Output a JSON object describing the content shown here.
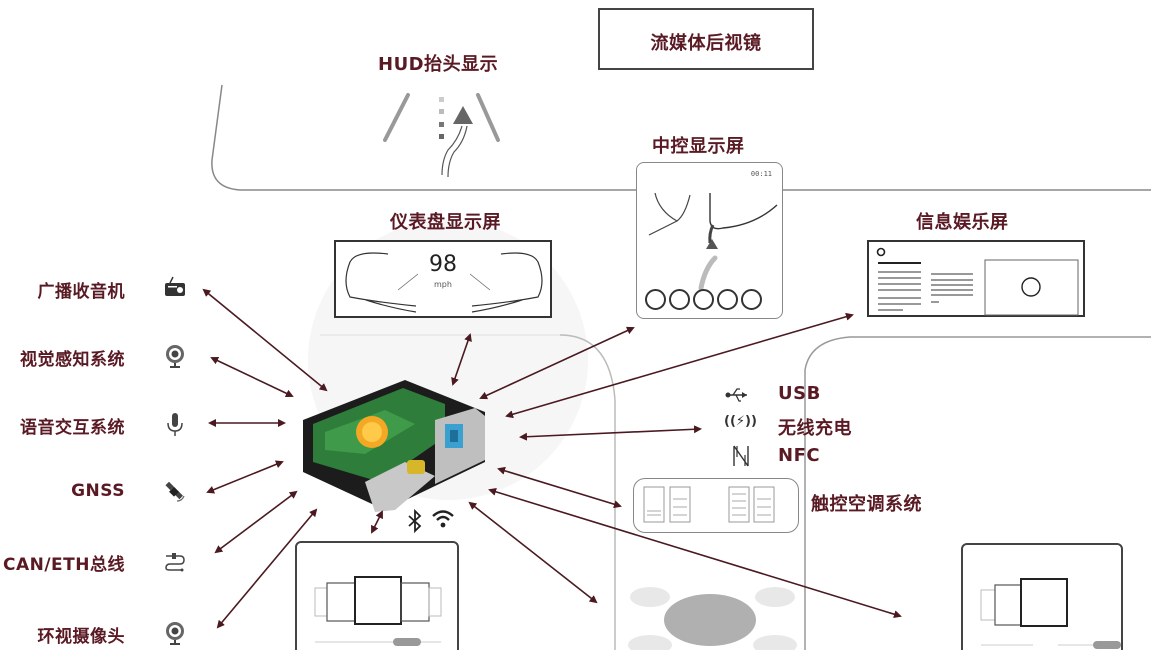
{
  "title_box": "流媒体后视镜",
  "displays": {
    "hud": "HUD抬头显示",
    "center": "中控显示屏",
    "cluster": "仪表盘显示屏",
    "infotainment": "信息娱乐屏"
  },
  "cluster_screen": {
    "speed": "98",
    "unit": "mph"
  },
  "center_screen": {
    "status": "00:11"
  },
  "left_items": [
    {
      "label": "广播收音机",
      "icon": "radio-icon"
    },
    {
      "label": "视觉感知系统",
      "icon": "webcam-icon"
    },
    {
      "label": "语音交互系统",
      "icon": "microphone-icon"
    },
    {
      "label": "GNSS",
      "icon": "satellite-icon"
    },
    {
      "label": "CAN/ETH总线",
      "icon": "bus-network-icon"
    },
    {
      "label": "环视摄像头",
      "icon": "webcam-icon"
    }
  ],
  "right_items": [
    {
      "label": "USB",
      "icon": "usb-icon",
      "glyph": "⭠"
    },
    {
      "label": "无线充电",
      "icon": "wireless-charging-icon",
      "glyph": "((⚡))"
    },
    {
      "label": "NFC",
      "icon": "nfc-icon",
      "glyph": "N"
    }
  ],
  "climate": "触控空调系统",
  "colors": {
    "label": "#5a1a24",
    "arrow": "#4a1a20",
    "line": "#999999"
  }
}
